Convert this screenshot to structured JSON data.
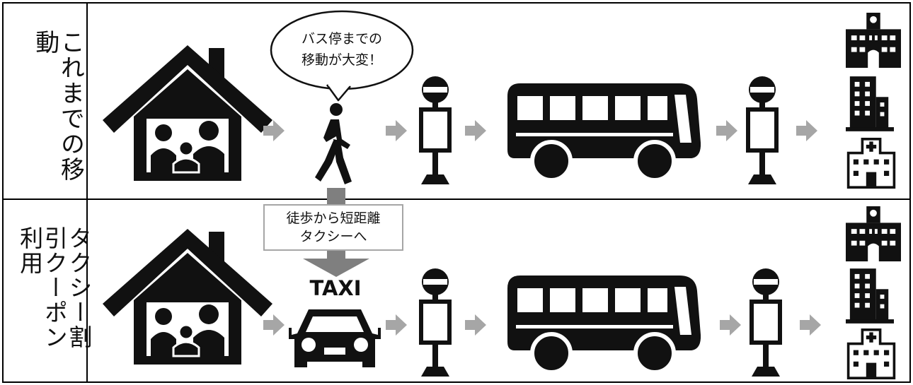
{
  "rows": [
    {
      "label": "これまでの移動"
    },
    {
      "label": "タクシー割引クーポン利用"
    }
  ],
  "speech_bubble": {
    "line1": "バス停までの",
    "line2": "移動が大変！"
  },
  "change_note": {
    "line1": "徒歩から短距離",
    "line2": "タクシーへ"
  },
  "taxi_sign": "TAXI",
  "colors": {
    "ink": "#111111",
    "arrow": "#a6a6a6",
    "arrow_dark": "#7f7f7f",
    "frame": "#000000",
    "note_border": "#a6a6a6"
  }
}
